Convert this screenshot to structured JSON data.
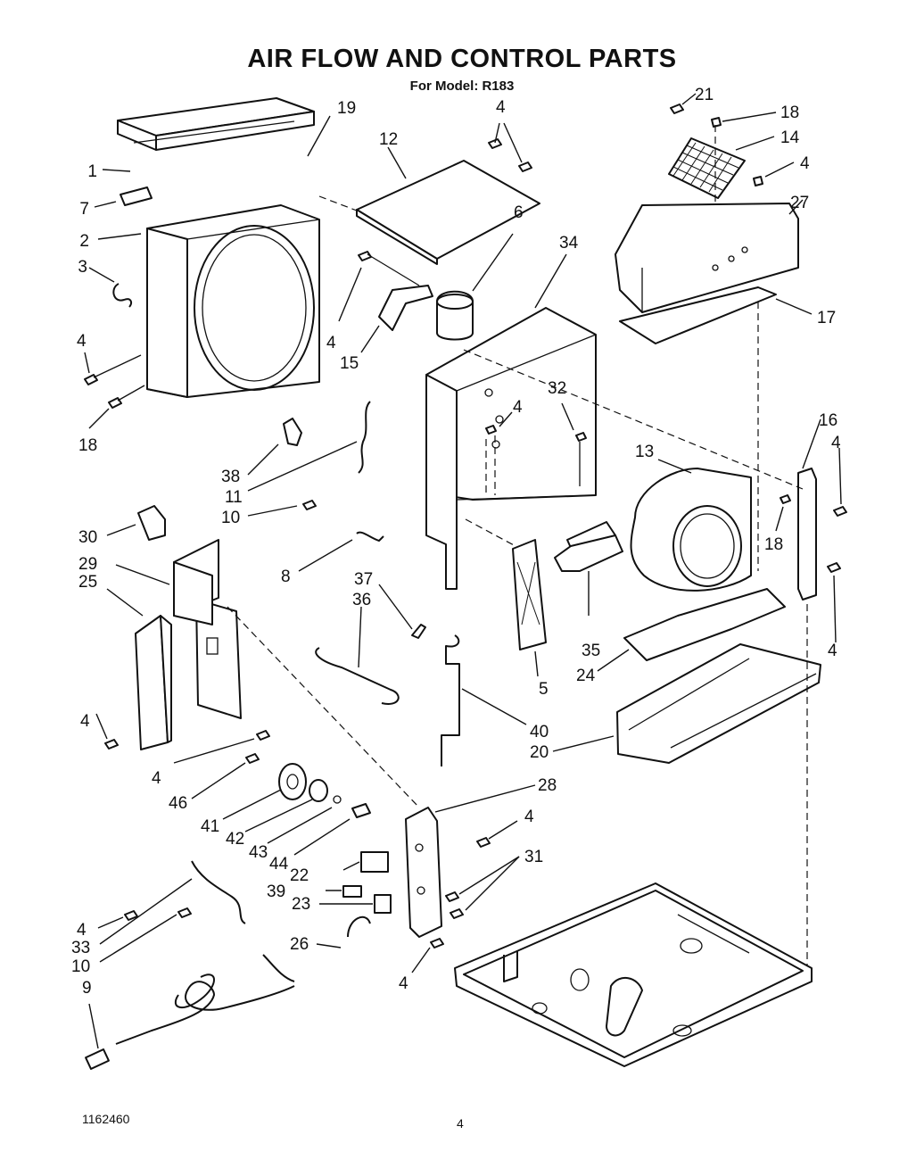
{
  "title": "AIR FLOW AND CONTROL PARTS",
  "subtitle": "For Model: R183",
  "document_number": "1162460",
  "page_number": "4",
  "callouts": {
    "c1": "1",
    "c7": "7",
    "c2": "2",
    "c3": "3",
    "c4a": "4",
    "c18a": "18",
    "c19": "19",
    "c12": "12",
    "c4b": "4",
    "c6": "6",
    "c34": "34",
    "c4c": "4",
    "c15": "15",
    "c21": "21",
    "c18b": "18",
    "c14": "14",
    "c4d": "4",
    "c27": "27",
    "c17": "17",
    "c38": "38",
    "c11": "11",
    "c10a": "10",
    "c30": "30",
    "c29": "29",
    "c25": "25",
    "c8": "8",
    "c37": "37",
    "c36": "36",
    "c4e": "4",
    "c32": "32",
    "c16": "16",
    "c4f": "4",
    "c13": "13",
    "c18c": "18",
    "c35": "35",
    "c4g": "4",
    "c4h": "4",
    "c4i": "4",
    "c46": "46",
    "c41": "41",
    "c42": "42",
    "c43": "43",
    "c44": "44",
    "c22": "22",
    "c39": "39",
    "c23": "23",
    "c26": "26",
    "c4j": "4",
    "c5": "5",
    "c40": "40",
    "c20": "20",
    "c24": "24",
    "c28": "28",
    "c4k": "4",
    "c31": "31",
    "c4l": "4",
    "c33": "33",
    "c10b": "10",
    "c9": "9"
  }
}
